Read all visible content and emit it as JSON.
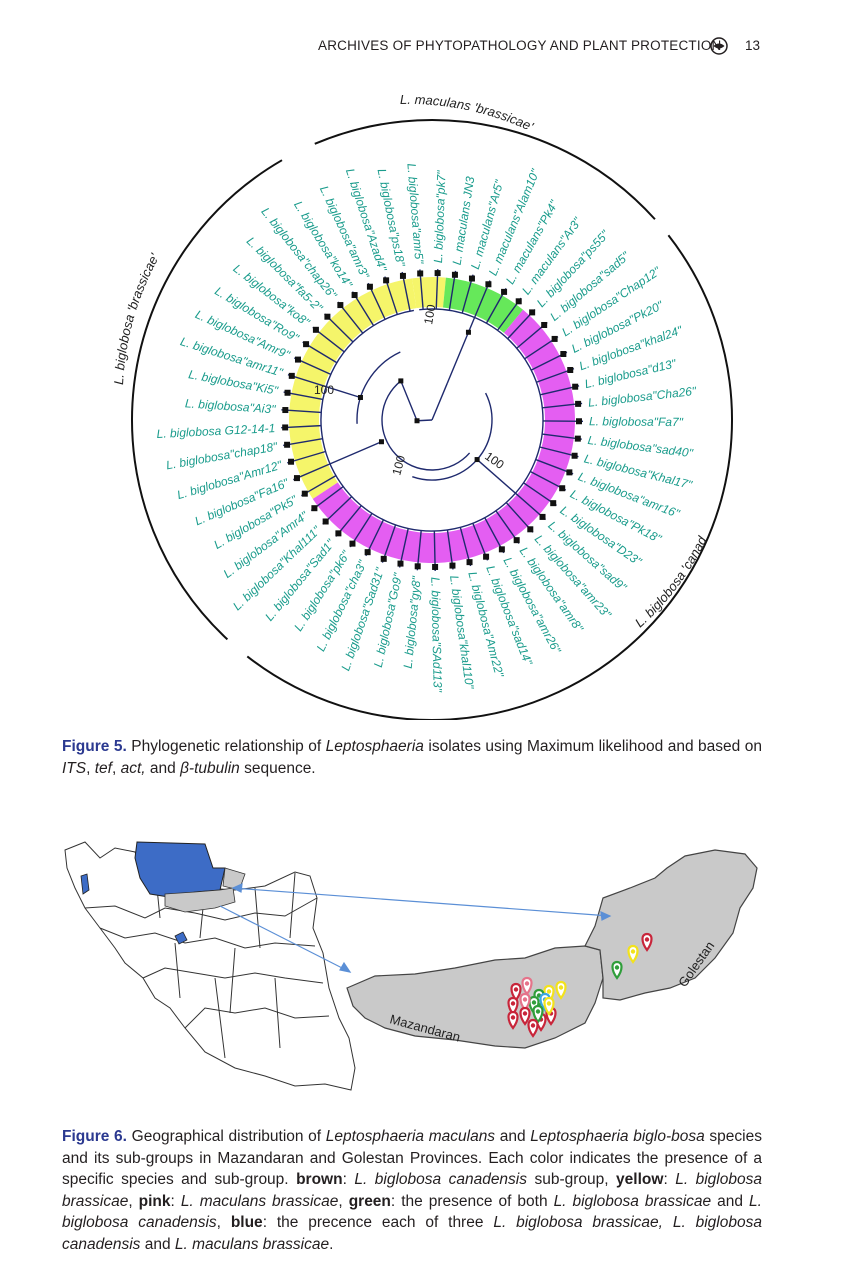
{
  "header": {
    "journal": "ARCHIVES OF PHYTOPATHOLOGY AND PLANT PROTECTION",
    "page": "13"
  },
  "figure5": {
    "tree_leaves": [
      "L. biglobosa\"amr5\"",
      "L. biglobosa\"pk7\"",
      "L. maculans JN3",
      "L. maculans\"Ar5\"",
      "L. maculans\"Alam10\"",
      "L. maculans\"Pk4\"",
      "L. maculans\"Ar3\"",
      "L. biglobosa\"ps55\"",
      "L. biglobosa\"sad5\"",
      "L. biglobosa\"Chap12\"",
      "L. biglobosa\"Pk20\"",
      "L. biglobosa\"khal24\"",
      "L. biglobosa\"d13\"",
      "L. biglobosa\"Cha26\"",
      "L. biglobosa\"Fa7\"",
      "L. biglobosa\"sad40\"",
      "L. biglobosa\"Khal17\"",
      "L. biglobosa\"amr16\"",
      "L. biglobosa\"Pk18\"",
      "L. biglobosa\"D23\"",
      "L. biglobosa\"sad9\"",
      "L. biglobosa\"amr23\"",
      "L. biglobosa\"amr8\"",
      "L. biglobosa\"amr26\"",
      "L. biglobosa\"sad14\"",
      "L. biglobosa\"Amr22\"",
      "L. biglobosa\"khal110\"",
      "L. biglobosa\"SAd113\"",
      "L. biglobosa\"gy8\"",
      "L. biglobosa\"Go9\"",
      "L. biglobosa\"Sad31\"",
      "L. biglobosa\"cha3\"",
      "L. biglobosa\"pk6\"",
      "L. biglobosa\"Sad1\"",
      "L. biglobosa\"Khal111\"",
      "L. biglobosa\"Amr4\"",
      "L. biglobosa\"Pk5\"",
      "L. biglobosa\"Fa16\"",
      "L. biglobosa\"Amr12\"",
      "L. biglobosa\"chap18\"",
      "L. biglobosa G12-14-1",
      "L. biglobosa\"Ai3\"",
      "L. biglobosa\"Ki5\"",
      "L. biglobosa\"amr11\"",
      "L. biglobosa\"Amr9\"",
      "L. biglobosa\"Ro9\"",
      "L. biglobosa\"ko8\"",
      "L. biglobosa\"fa5-2\"",
      "L. biglobosa\"chap26\"",
      "L. biglobosa\"ko14\"",
      "L. biglobosa\"amr3\"",
      "L. biglobosa\"Azad4\"",
      "L. biglobosa\"ps18\""
    ],
    "clades": {
      "maculans": "L. maculans 'brassicae'",
      "brassicae": "L. biglobosa 'brassicae'",
      "canadensis": "L. biglobosa 'canadensis'"
    },
    "bootstrap": [
      "100",
      "100",
      "100",
      "100"
    ],
    "colors": {
      "yellow": "#f5f56a",
      "green": "#66e85a",
      "pink": "#e45ef2",
      "leaf_text": "#1a9c8c",
      "tree": "#1f2a6e"
    },
    "caption": {
      "label": "Figure 5.",
      "t1": " Phylogenetic relationship of ",
      "i1": "Leptosphaeria",
      "t2": " isolates using Maximum likelihood and based on ",
      "i2": "ITS",
      "t3": ", ",
      "i3": "tef",
      "t4": ", ",
      "i4": "act,",
      "t5": " and ",
      "i5": "β-tubulin",
      "t6": " sequence."
    }
  },
  "figure6": {
    "provinces": {
      "mazandaran": "Mazandaran",
      "golestan": "Golestan"
    },
    "colors": {
      "highlight": "#3d6cc6",
      "province": "#c9c9c9",
      "arrow": "#5b8fd6",
      "pin_red": "#c8253a",
      "pin_pink": "#e5738a",
      "pin_yellow": "#f2e21c",
      "pin_green": "#2f9e3a",
      "pin_blue": "#3aa7e0"
    },
    "caption": {
      "label": "Figure 6.",
      "t1": " Geographical distribution of ",
      "i1": "Leptosphaeria maculans",
      "t2": " and ",
      "i2": "Leptosphaeria biglo-bosa",
      "t3": " species and its sub-groups in Mazandaran and Golestan Provinces. Each color indicates the presence of a specific species and sub-group. ",
      "b1": "brown",
      "t4": ": ",
      "i3": "L. biglobosa canadensis",
      "t5": " sub-group, ",
      "b2": "yellow",
      "t6": ": ",
      "i4": "L. biglobosa brassicae",
      "t7": ", ",
      "b3": "pink",
      "t8": ": ",
      "i5": "L. maculans brassicae",
      "t9": ", ",
      "b4": "green",
      "t10": ": the presence of both ",
      "i6": "L. biglobosa brassicae",
      "t11": " and ",
      "i7": "L. biglobosa canadensis",
      "t12": ", ",
      "b5": "blue",
      "t13": ": the precence each of three ",
      "i8": "L. biglobosa brassicae, L. biglobosa canadensis",
      "t14": " and ",
      "i9": "L. maculans brassicae",
      "t15": "."
    }
  }
}
